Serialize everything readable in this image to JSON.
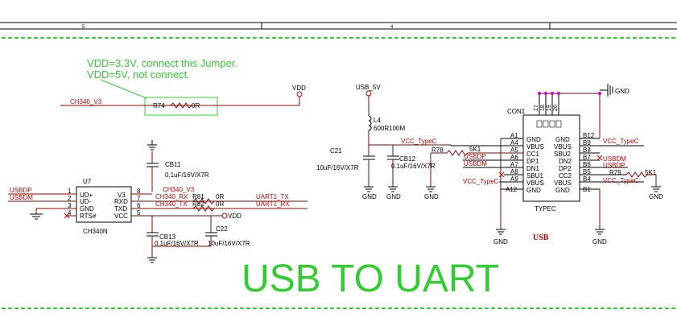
{
  "ruler": {
    "left_number": "5",
    "right_number": "4"
  },
  "jumper_note": {
    "line1": "VDD=3.3V, connect this Jumper.",
    "line2": "VDD=5V, not connect."
  },
  "nets": {
    "ch340_v3_left": "CH340_V3",
    "vdd_top": "VDD",
    "usbdp_left": "USBDP",
    "usbdm_left": "USBDM",
    "ch340_v3_mid": "CH340_V3",
    "ch340_rx": "CH340_RX",
    "ch340_tx": "CH340_TX",
    "vdd_mid": "VDD",
    "uart_tx": "UART1_TX",
    "uart_rx": "UART1_RX",
    "usb_5v": "USB_5V",
    "vcc_typec_top": "VCC_TypeC",
    "usbdp_con": "USBDP",
    "usbdm_con": "USBDM",
    "vcc_typec_left": "VCC_TypeC",
    "vcc_typec_right1": "VCC_TypeC",
    "usbdm_right": "USBDM",
    "usbdp_right": "USBDP",
    "vcc_typec_right2": "VCC_TypeC",
    "gnd_top_right": "GND"
  },
  "components": {
    "r74": {
      "ref": "R74",
      "value": "0R"
    },
    "u7": {
      "ref": "U7",
      "part": "CH340N",
      "pins_left": [
        {
          "num": "1",
          "name": "UD+"
        },
        {
          "num": "2",
          "name": "UD-"
        },
        {
          "num": "3",
          "name": "GND"
        },
        {
          "num": "4",
          "name": "RTS#"
        }
      ],
      "pins_right": [
        {
          "num": "8",
          "name": "V3"
        },
        {
          "num": "7",
          "name": "RXD"
        },
        {
          "num": "6",
          "name": "TXD"
        },
        {
          "num": "5",
          "name": "VCC"
        }
      ]
    },
    "cb11": {
      "ref": "CB11",
      "value": "0.1uF/16V/X7R"
    },
    "cb13": {
      "ref": "CB13",
      "value": "0.1uF/16V/X7R"
    },
    "c22": {
      "ref": "C22",
      "value": "10uF/16V/X7R"
    },
    "r81": {
      "ref": "R81",
      "value": "0R"
    },
    "r82": {
      "ref": "R82",
      "value": "0R"
    },
    "l4": {
      "ref": "L4",
      "value": "600R100M"
    },
    "c21": {
      "ref": "C21",
      "value": "10uF/16V/X7R"
    },
    "cb12": {
      "ref": "CB12",
      "value": "0.1uF/16V/X7R"
    },
    "r78": {
      "ref": "R78",
      "value": "5K1"
    },
    "r79": {
      "ref": "R79",
      "value": "5K1"
    },
    "con1": {
      "ref": "CON1",
      "part": "TYPEC",
      "top_pins": [
        "17",
        "18",
        "19",
        "20"
      ],
      "pins_left": [
        {
          "num": "A1",
          "name": "GND"
        },
        {
          "num": "A4",
          "name": "VBUS"
        },
        {
          "num": "A5",
          "name": "CC1"
        },
        {
          "num": "A6",
          "name": "DP1"
        },
        {
          "num": "A7",
          "name": "DN1"
        },
        {
          "num": "A8",
          "name": "SBU1"
        },
        {
          "num": "A9",
          "name": "VBUS"
        },
        {
          "num": "A12",
          "name": "GND"
        }
      ],
      "pins_right": [
        {
          "num": "B12",
          "name": "GND"
        },
        {
          "num": "B9",
          "name": "VBUS"
        },
        {
          "num": "B8",
          "name": "SBU2"
        },
        {
          "num": "B7",
          "name": "DN2"
        },
        {
          "num": "B6",
          "name": "DP2"
        },
        {
          "num": "B5",
          "name": "CC2"
        },
        {
          "num": "B4",
          "name": "VBUS"
        },
        {
          "num": "B1",
          "name": "GND"
        }
      ]
    }
  },
  "gnd_label": "GND",
  "usb_label": "USB",
  "title": "USB TO UART",
  "colors": {
    "wire": "#8b0000",
    "net_label": "#cc0000",
    "annotation": "#33cc33",
    "pad": "#cc00cc"
  }
}
